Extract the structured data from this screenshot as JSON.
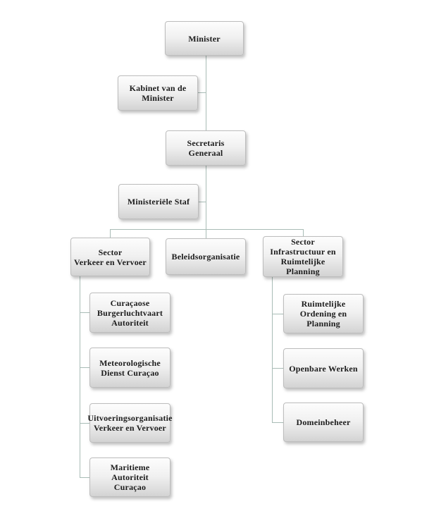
{
  "chart": {
    "nodes": {
      "minister": "Minister",
      "kabinet": "Kabinet van de Minister",
      "secretaris": "Secretaris Generaal",
      "staf": "Ministeriële Staf",
      "sector_verkeer": "Sector\nVerkeer en Vervoer",
      "beleid": "Beleidsorganisatie",
      "sector_infra": "Sector\nInfrastructuur en\nRuimtelijke\nPlanning",
      "burgerluchtvaart": "Curaçaose\nBurgerluchtvaart\nAutoriteit",
      "meteorologisch": "Meteorologische\nDienst Curaçao",
      "uitvoering": "Uitvoeringsorganisatie\nVerkeer en Vervoer",
      "maritiem": "Maritieme Autoriteit\nCuraçao",
      "ruimtelijke_ordening": "Ruimtelijke\nOrdening en Planning",
      "openbare_werken": "Openbare Werken",
      "domeinbeheer": "Domeinbeheer"
    },
    "edges": [
      [
        "minister",
        "kabinet"
      ],
      [
        "minister",
        "secretaris"
      ],
      [
        "secretaris",
        "staf"
      ],
      [
        "secretaris",
        "sector_verkeer"
      ],
      [
        "secretaris",
        "beleid"
      ],
      [
        "secretaris",
        "sector_infra"
      ],
      [
        "sector_verkeer",
        "burgerluchtvaart"
      ],
      [
        "sector_verkeer",
        "meteorologisch"
      ],
      [
        "sector_verkeer",
        "uitvoering"
      ],
      [
        "sector_verkeer",
        "maritiem"
      ],
      [
        "sector_infra",
        "ruimtelijke_ordening"
      ],
      [
        "sector_infra",
        "openbare_werken"
      ],
      [
        "sector_infra",
        "domeinbeheer"
      ]
    ],
    "colors": {
      "connector": "#a9bcb6",
      "box_border": "#bdbdbd",
      "box_gradient_top": "#fdfdfd",
      "box_gradient_bottom": "#d3d3d3",
      "text": "#1c1c1c",
      "background": "#ffffff"
    }
  }
}
